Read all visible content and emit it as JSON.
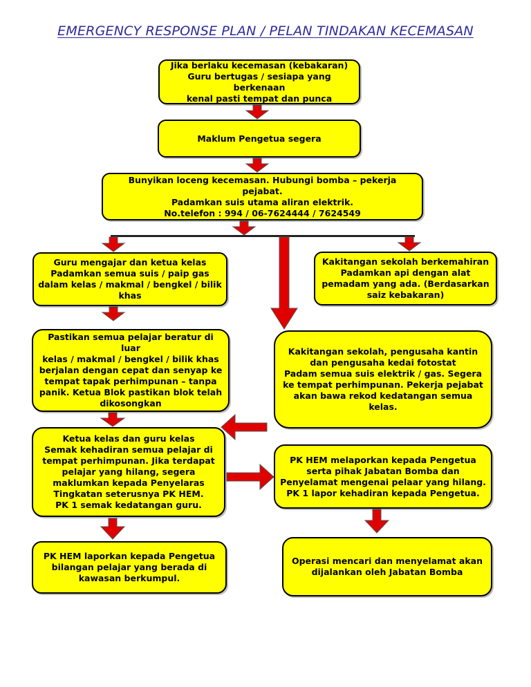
{
  "title": "EMERGENCY RESPONSE PLAN / PELAN TINDAKAN KECEMASAN",
  "colors": {
    "box_fill": "#ffff00",
    "box_border": "#000000",
    "arrow": "#e00000",
    "title": "#2b2b9a"
  },
  "steps": {
    "detect": "Jika berlaku kecemasan (kebakaran)\nGuru bertugas / sesiapa yang berkenaan\nkenal pasti tempat dan punca",
    "notify_principal": "Maklum Pengetua segera",
    "alarm": "Bunyikan loceng kecemasan. Hubungi bomba – pekerja pejabat.\nPadamkan suis utama aliran elektrik.\nNo.telefon  :  994 / 06-7624444 / 7624549",
    "teachers_switch_off": "Guru mengajar dan ketua kelas\nPadamkan semua suis / paip gas\ndalam kelas / makmal / bengkel / bilik\nkhas",
    "skilled_staff": "Kakitangan sekolah berkemahiran\nPadamkan api dengan alat\npemadam yang ada. (Berdasarkan\nsaiz kebakaran)",
    "evacuate_students": "Pastikan semua pelajar beratur di luar\nkelas / makmal / bengkel / bilik khas\nberjalan dengan cepat dan senyap ke\ntempat tapak perhimpunan – tanpa\npanik. Ketua Blok pastikan blok telah\ndikosongkan",
    "staff_operators": "Kakitangan sekolah, pengusaha kantin\ndan pengusaha kedai fotostat\nPadam semua suis elektrik / gas. Segera\nke tempat perhimpunan. Pekerja pejabat\nakan bawa rekod kedatangan semua kelas.",
    "attendance_check": "Ketua kelas dan guru kelas\nSemak kehadiran semua pelajar di\ntempat perhimpunan. Jika terdapat\npelajar yang hilang, segera\nmaklumkan kepada Penyelaras\nTingkatan seterusnya PK HEM.\nPK 1 semak kedatangan guru.",
    "report_missing": "PK HEM melaporkan kepada Pengetua\nserta pihak Jabatan Bomba dan\nPenyelamat mengenai pelaar yang hilang.\nPK 1 lapor kehadiran kepada Pengetua.",
    "report_count": "PK HEM laporkan kepada Pengetua\nbilangan pelajar yang berada di\nkawasan berkumpul.",
    "search_rescue": "Operasi mencari dan menyelamat akan\ndijalankan oleh Jabatan Bomba"
  }
}
